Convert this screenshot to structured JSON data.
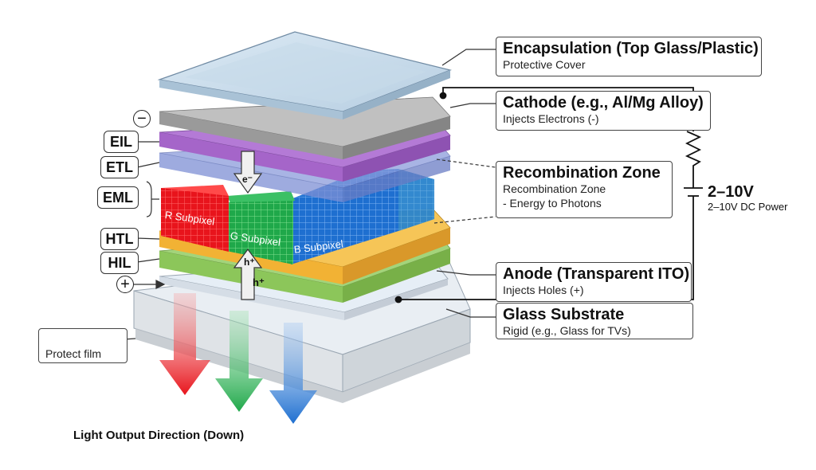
{
  "callouts": {
    "encapsulation": {
      "title": "Encapsulation (Top Glass/Plastic)",
      "sub": "Protective Cover"
    },
    "cathode": {
      "title": "Cathode (e.g., Al/Mg Alloy)",
      "sub": "Injects Electrons (-)"
    },
    "recombination": {
      "title": "Recombination Zone",
      "line1": "Recombination Zone",
      "line2": "- Energy to Photons"
    },
    "anode": {
      "title": "Anode (Transparent ITO)",
      "sub": "Injects Holes (+)"
    },
    "substrate": {
      "title": "Glass Substrate",
      "sub": "Rigid (e.g., Glass for TVs)"
    }
  },
  "layer_tags": {
    "eil": "EIL",
    "etl": "ETL",
    "eml": "EML",
    "htl": "HTL",
    "hil": "HIL"
  },
  "symbols": {
    "minus": "−",
    "plus": "+"
  },
  "subpixels": {
    "r": "R Subpixel",
    "g": "G Subpixel",
    "b": "B Subpixel"
  },
  "carriers": {
    "electron": "e⁻",
    "hole1": "h⁺",
    "hole2": "h⁺"
  },
  "power": {
    "voltage": "2–10V",
    "desc": "2–10V DC Power"
  },
  "protect_film": "Protect film",
  "light_output": "Light Output Direction (Down)",
  "colors": {
    "red": "#e8141c",
    "green": "#1fa84a",
    "blue": "#1e6fd0",
    "htl": "#f2b234",
    "hil": "#8cc65a",
    "eil": "#a565c9",
    "etl": "#7d8fd4",
    "cathode": "#9a9a9a"
  }
}
